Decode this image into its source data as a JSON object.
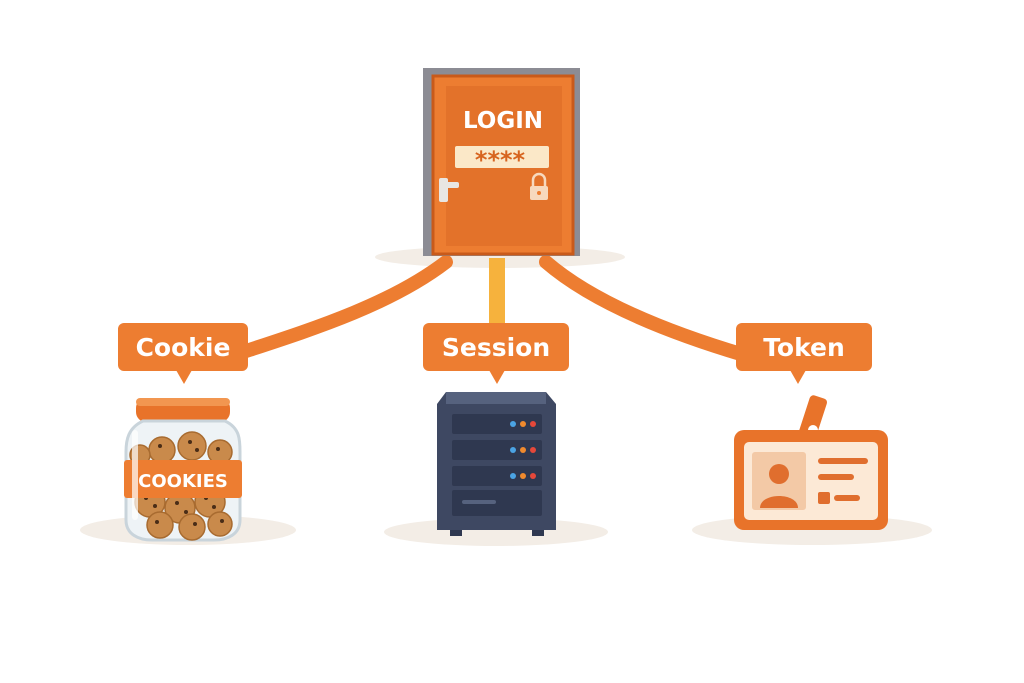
{
  "door": {
    "title": "LOGIN",
    "password_mask": "****",
    "lock_icon": "padlock-icon"
  },
  "nodes": [
    {
      "id": "cookie",
      "label": "Cookie",
      "icon": "cookie-jar-icon",
      "jar_text": "COOKIES"
    },
    {
      "id": "session",
      "label": "Session",
      "icon": "server-rack-icon"
    },
    {
      "id": "token",
      "label": "Token",
      "icon": "id-badge-icon"
    }
  ],
  "colors": {
    "accent": "#ED7D31",
    "accent_dark": "#D7641F",
    "accent_light": "#F6A23D",
    "door_frame": "#8C8C94",
    "server_body": "#3E4862",
    "server_dark": "#2F3850",
    "shadow": "#F3EDE6",
    "badge_bg": "#FCE9D6",
    "led_blue": "#4BA3E3",
    "led_orange": "#F08A2E",
    "led_red": "#E5483A"
  }
}
